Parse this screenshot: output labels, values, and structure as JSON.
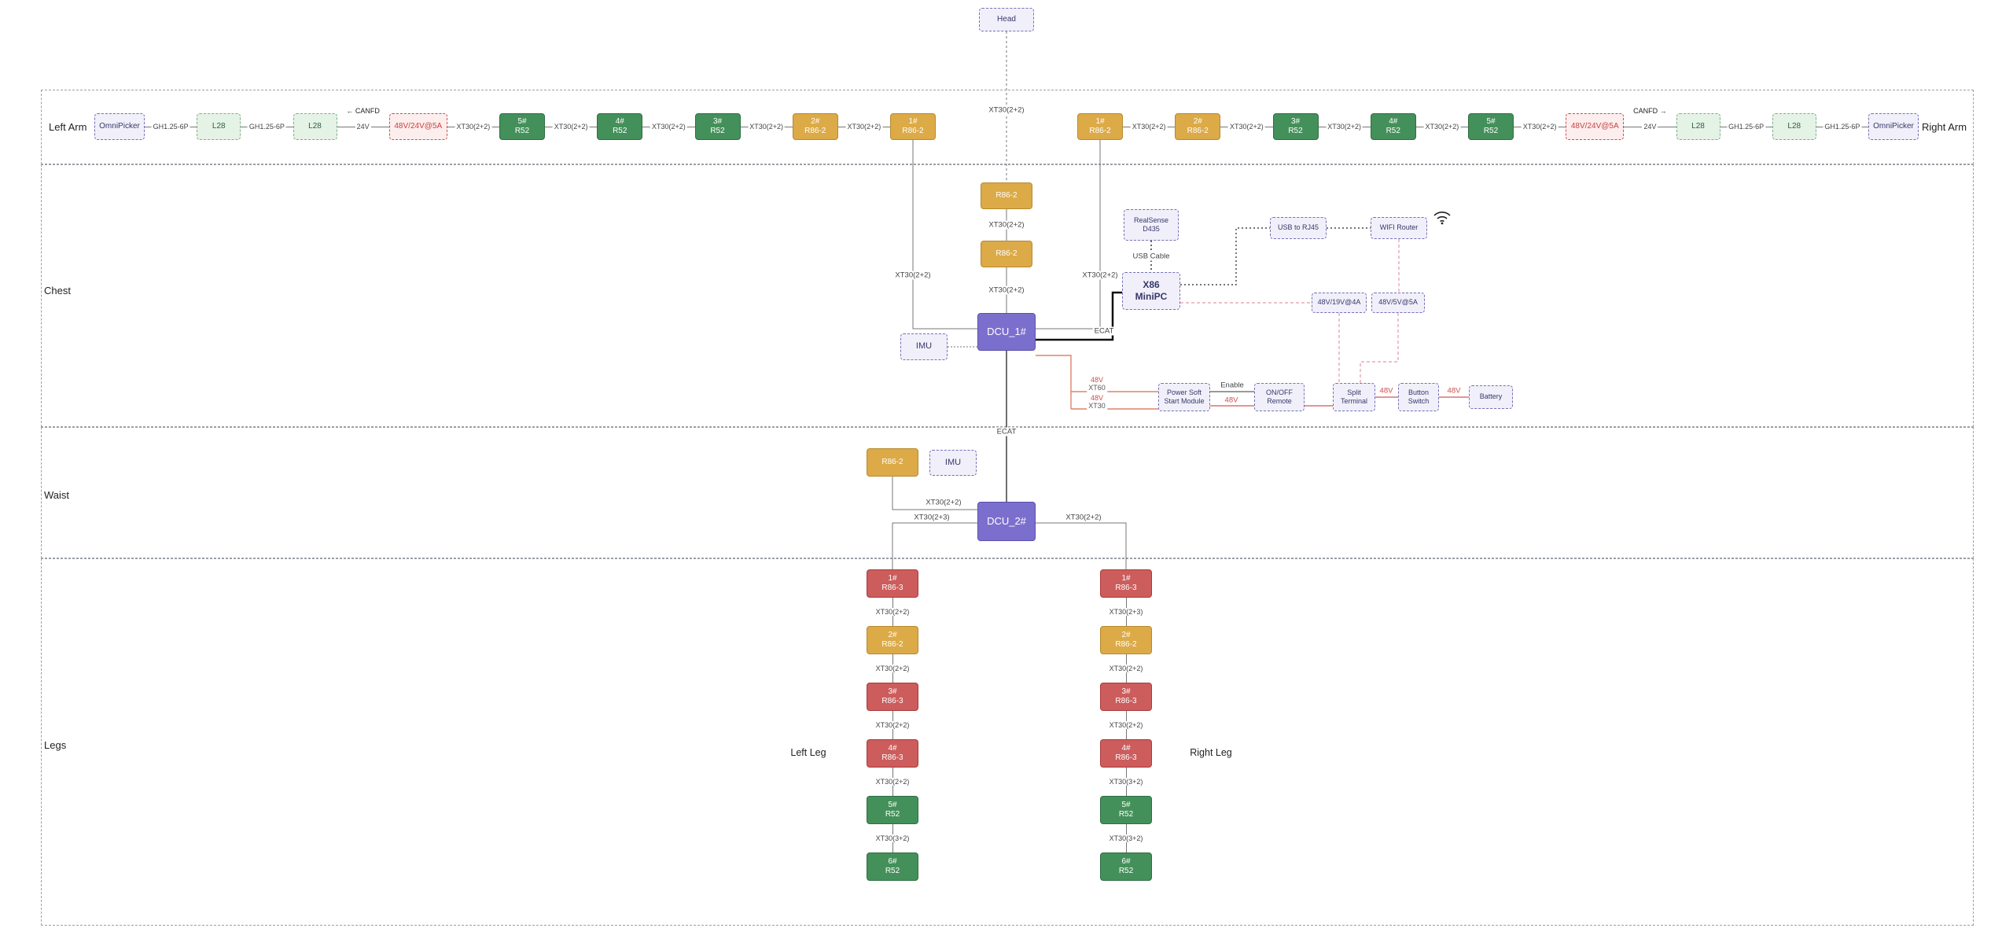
{
  "sections": {
    "left_arm": "Left Arm",
    "right_arm": "Right Arm",
    "chest": "Chest",
    "waist": "Waist",
    "legs": "Legs",
    "left_leg": "Left Leg",
    "right_leg": "Right Leg"
  },
  "head": {
    "label": "Head"
  },
  "colors": {
    "motor_green": "#44905a",
    "motor_gold": "#dcaa47",
    "motor_red": "#cd5c5c",
    "dcu_purple": "#7b6fce",
    "dashed_box": "#f1f0fa",
    "power_wire_pink": "#e49aa6",
    "power_wire_orange": "#e0826a"
  },
  "left_arm_chain": [
    {
      "type": "box",
      "style": "b-dash",
      "name": "omnipicker-left-node",
      "lines": [
        "OmniPicker"
      ]
    },
    {
      "type": "conn",
      "label": "GH1.25-6P"
    },
    {
      "type": "box",
      "style": "b-lgreen",
      "name": "l28-node",
      "lines": [
        "L28"
      ]
    },
    {
      "type": "conn",
      "label": "GH1.25-6P"
    },
    {
      "type": "box",
      "style": "b-lgreen",
      "name": "l28-node",
      "lines": [
        "L28"
      ]
    },
    {
      "type": "conn",
      "label": "24V",
      "note": "CANFD",
      "arrow": "left"
    },
    {
      "type": "box",
      "style": "b-redline",
      "name": "dcdc-48v-24v-node",
      "lines": [
        "48V/24V@5A"
      ]
    },
    {
      "type": "conn",
      "label": "XT30(2+2)"
    },
    {
      "type": "box",
      "style": "b-green",
      "name": "motor-5-r52-node",
      "lines": [
        "5#",
        "R52"
      ]
    },
    {
      "type": "conn",
      "label": "XT30(2+2)"
    },
    {
      "type": "box",
      "style": "b-green",
      "name": "motor-4-r52-node",
      "lines": [
        "4#",
        "R52"
      ]
    },
    {
      "type": "conn",
      "label": "XT30(2+2)"
    },
    {
      "type": "box",
      "style": "b-green",
      "name": "motor-3-r52-node",
      "lines": [
        "3#",
        "R52"
      ]
    },
    {
      "type": "conn",
      "label": "XT30(2+2)"
    },
    {
      "type": "box",
      "style": "b-gold",
      "name": "motor-2-r86-2-node",
      "lines": [
        "2#",
        "R86-2"
      ]
    },
    {
      "type": "conn",
      "label": "XT30(2+2)"
    },
    {
      "type": "box",
      "style": "b-gold",
      "name": "motor-1-r86-2-node",
      "lines": [
        "1#",
        "R86-2"
      ]
    }
  ],
  "right_arm_chain": [
    {
      "type": "box",
      "style": "b-gold",
      "name": "motor-1-r86-2-node",
      "lines": [
        "1#",
        "R86-2"
      ]
    },
    {
      "type": "conn",
      "label": "XT30(2+2)"
    },
    {
      "type": "box",
      "style": "b-gold",
      "name": "motor-2-r86-2-node",
      "lines": [
        "2#",
        "R86-2"
      ]
    },
    {
      "type": "conn",
      "label": "XT30(2+2)"
    },
    {
      "type": "box",
      "style": "b-green",
      "name": "motor-3-r52-node",
      "lines": [
        "3#",
        "R52"
      ]
    },
    {
      "type": "conn",
      "label": "XT30(2+2)"
    },
    {
      "type": "box",
      "style": "b-green",
      "name": "motor-4-r52-node",
      "lines": [
        "4#",
        "R52"
      ]
    },
    {
      "type": "conn",
      "label": "XT30(2+2)"
    },
    {
      "type": "box",
      "style": "b-green",
      "name": "motor-5-r52-node",
      "lines": [
        "5#",
        "R52"
      ]
    },
    {
      "type": "conn",
      "label": "XT30(2+2)"
    },
    {
      "type": "box",
      "style": "b-redline",
      "name": "dcdc-48v-24v-node",
      "lines": [
        "48V/24V@5A"
      ]
    },
    {
      "type": "conn",
      "label": "24V",
      "note": "CANFD",
      "arrow": "right"
    },
    {
      "type": "box",
      "style": "b-lgreen",
      "name": "l28-node",
      "lines": [
        "L28"
      ]
    },
    {
      "type": "conn",
      "label": "GH1.25-6P"
    },
    {
      "type": "box",
      "style": "b-lgreen",
      "name": "l28-node",
      "lines": [
        "L28"
      ]
    },
    {
      "type": "conn",
      "label": "GH1.25-6P"
    },
    {
      "type": "box",
      "style": "b-dash",
      "name": "omnipicker-right-node",
      "lines": [
        "OmniPicker"
      ]
    }
  ],
  "chest": {
    "r86_top": "R86-2",
    "r86_mid": "R86-2",
    "dcu1": "DCU_1#",
    "imu": "IMU",
    "realsense": {
      "l1": "RealSense",
      "l2": "D435"
    },
    "x86": {
      "l1": "X86",
      "l2": "MiniPC"
    },
    "usb_rj45": "USB to RJ45",
    "wifi_router": "WIFI Router",
    "psu19": "48V/19V@4A",
    "psu5": "48V/5V@5A",
    "power_module": {
      "l1": "Power Soft",
      "l2": "Start Module"
    },
    "onoff": {
      "l1": "ON/OFF",
      "l2": "Remote"
    },
    "split": {
      "l1": "Split",
      "l2": "Terminal"
    },
    "button": {
      "l1": "Button",
      "l2": "Switch"
    },
    "battery": "Battery"
  },
  "waist": {
    "r86": "R86-2",
    "imu": "IMU",
    "dcu2": "DCU_2#"
  },
  "left_leg_chain": [
    {
      "type": "box",
      "style": "b-red",
      "name": "motor-1-r86-3-node",
      "lines": [
        "1#",
        "R86-3"
      ]
    },
    {
      "type": "conn",
      "label": "XT30(2+2)"
    },
    {
      "type": "box",
      "style": "b-gold",
      "name": "motor-2-r86-2-node",
      "lines": [
        "2#",
        "R86-2"
      ]
    },
    {
      "type": "conn",
      "label": "XT30(2+2)"
    },
    {
      "type": "box",
      "style": "b-red",
      "name": "motor-3-r86-3-node",
      "lines": [
        "3#",
        "R86-3"
      ]
    },
    {
      "type": "conn",
      "label": "XT30(2+2)"
    },
    {
      "type": "box",
      "style": "b-red",
      "name": "motor-4-r86-3-node",
      "lines": [
        "4#",
        "R86-3"
      ]
    },
    {
      "type": "conn",
      "label": "XT30(2+2)"
    },
    {
      "type": "box",
      "style": "b-green",
      "name": "motor-5-r52-node",
      "lines": [
        "5#",
        "R52"
      ]
    },
    {
      "type": "conn",
      "label": "XT30(3+2)"
    },
    {
      "type": "box",
      "style": "b-green",
      "name": "motor-6-r52-node",
      "lines": [
        "6#",
        "R52"
      ]
    }
  ],
  "right_leg_chain": [
    {
      "type": "box",
      "style": "b-red",
      "name": "motor-1-r86-3-node",
      "lines": [
        "1#",
        "R86-3"
      ]
    },
    {
      "type": "conn",
      "label": "XT30(2+3)"
    },
    {
      "type": "box",
      "style": "b-gold",
      "name": "motor-2-r86-2-node",
      "lines": [
        "2#",
        "R86-2"
      ]
    },
    {
      "type": "conn",
      "label": "XT30(2+2)"
    },
    {
      "type": "box",
      "style": "b-red",
      "name": "motor-3-r86-3-node",
      "lines": [
        "3#",
        "R86-3"
      ]
    },
    {
      "type": "conn",
      "label": "XT30(2+2)"
    },
    {
      "type": "box",
      "style": "b-red",
      "name": "motor-4-r86-3-node",
      "lines": [
        "4#",
        "R86-3"
      ]
    },
    {
      "type": "conn",
      "label": "XT30(3+2)"
    },
    {
      "type": "box",
      "style": "b-green",
      "name": "motor-5-r52-node",
      "lines": [
        "5#",
        "R52"
      ]
    },
    {
      "type": "conn",
      "label": "XT30(3+2)"
    },
    {
      "type": "box",
      "style": "b-green",
      "name": "motor-6-r52-node",
      "lines": [
        "6#",
        "R52"
      ]
    }
  ],
  "labels": {
    "head_conn": "XT30(2+2)",
    "chest_conn1": "XT30(2+2)",
    "chest_conn2": "XT30(2+2)",
    "left_arm_drop": "XT30(2+2)",
    "right_arm_drop": "XT30(2+2)",
    "ecat_top": "ECAT",
    "usb_cable": "USB Cable",
    "enable": "Enable",
    "v48_a": "48V",
    "xt60": "XT60",
    "v48_b": "48V",
    "xt30": "XT30",
    "v48_1": "48V",
    "v48_2": "48V",
    "v48_3": "48V",
    "ecat_mid": "ECAT",
    "waist_conn": "XT30(2+2)",
    "left_branch": "XT30(2+3)",
    "right_branch": "XT30(2+2)"
  }
}
